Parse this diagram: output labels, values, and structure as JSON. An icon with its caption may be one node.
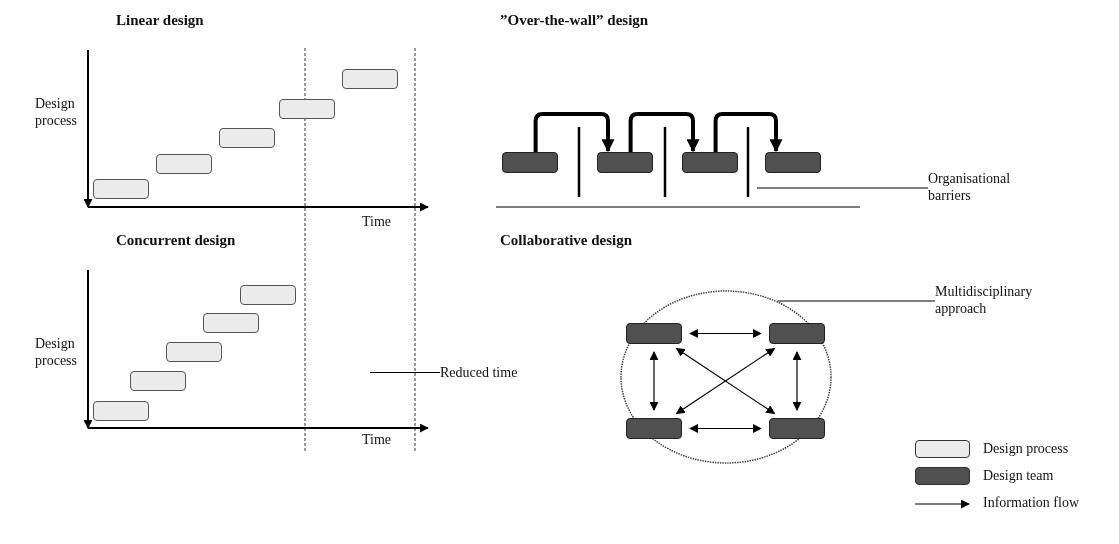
{
  "diagram": {
    "nodes": [
      {
        "text": [],
        "shape": "box"
      },
      {
        "text": [],
        "shape": "box"
      },
      {
        "text": [],
        "shape": "box"
      },
      {
        "text": [],
        "shape": "box"
      },
      {
        "text": [],
        "shape": "box"
      },
      {
        "text": [],
        "shape": "box"
      },
      {
        "text": [],
        "shape": "box"
      },
      {
        "text": [],
        "shape": "box"
      },
      {
        "text": [],
        "shape": "box"
      },
      {
        "text": [],
        "shape": "box"
      },
      {
        "text": [],
        "shape": "box"
      },
      {
        "text": [],
        "shape": "box"
      },
      {
        "text": [],
        "shape": "box"
      },
      {
        "text": [],
        "shape": "box"
      },
      {
        "text": [],
        "shape": "circle"
      },
      {
        "text": [],
        "shape": "box",
        "in": 14
      },
      {
        "text": [],
        "shape": "box",
        "in": 14
      },
      {
        "text": [],
        "shape": "box",
        "in": 14
      },
      {
        "text": [],
        "shape": "box",
        "in": 14
      },
      {
        "text": [
          "Organisational barriers"
        ]
      },
      {
        "text": [
          "Multidisciplinary approach"
        ]
      },
      {
        "text": [
          "Reduced time"
        ]
      }
    ],
    "edges": [
      {
        "from": 10,
        "to": 11,
        "arrow": "to",
        "style": "thick"
      },
      {
        "from": 11,
        "to": 12,
        "arrow": "to",
        "style": "thick"
      },
      {
        "from": 12,
        "to": 13,
        "arrow": "to",
        "style": "thick"
      },
      {
        "from": 15,
        "to": 16,
        "arrow": "both"
      },
      {
        "from": 15,
        "to": 17,
        "arrow": "both"
      },
      {
        "from": 16,
        "to": 18,
        "arrow": "both"
      },
      {
        "from": 17,
        "to": 18,
        "arrow": "both"
      },
      {
        "from": 15,
        "to": 18,
        "arrow": "both"
      },
      {
        "from": 16,
        "to": 17,
        "arrow": "both"
      },
      {
        "from": 19,
        "to": null,
        "arrow": "none"
      },
      {
        "from": 20,
        "to": 14,
        "arrow": "none"
      },
      {
        "from": 21,
        "to": null,
        "arrow": "none"
      }
    ],
    "labels": [
      "Linear design",
      "”Over-the-wall” design",
      "Design process",
      "Time",
      "Concurrent design",
      "Collaborative design",
      "Design process",
      "Time"
    ],
    "legend": [
      {
        "text": "Design process",
        "color": "#ebebeb"
      },
      {
        "text": "Design team",
        "color": "#505050"
      },
      {
        "text": "Information flow"
      }
    ]
  }
}
